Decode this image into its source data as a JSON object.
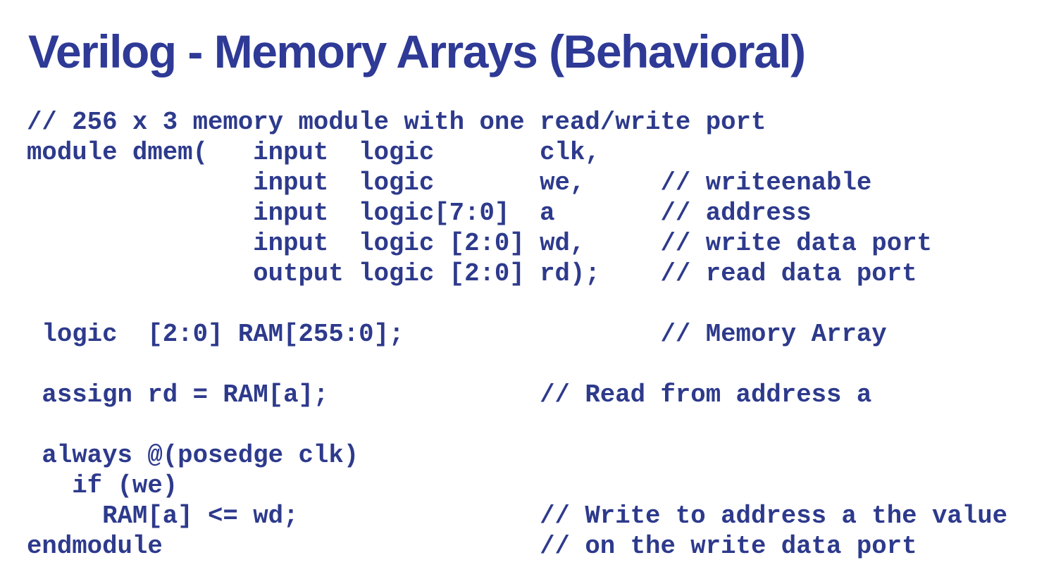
{
  "colors": {
    "title-color": "#2e3a96",
    "code-color": "#2d3a8c",
    "bg": "#ffffff"
  },
  "slide": {
    "title": "Verilog - Memory Arrays (Behavioral)"
  },
  "code": {
    "language": "verilog",
    "lines": [
      "// 256 x 3 memory module with one read/write port",
      "module dmem(   input  logic       clk,",
      "               input  logic       we,     // writeenable",
      "               input  logic[7:0]  a       // address",
      "               input  logic [2:0] wd,     // write data port",
      "               output logic [2:0] rd);    // read data port",
      "",
      " logic  [2:0] RAM[255:0];                 // Memory Array",
      "",
      " assign rd = RAM[a];              // Read from address a",
      "",
      " always @(posedge clk)",
      "   if (we)",
      "     RAM[a] <= wd;                // Write to address a the value",
      "endmodule                         // on the write data port"
    ]
  }
}
